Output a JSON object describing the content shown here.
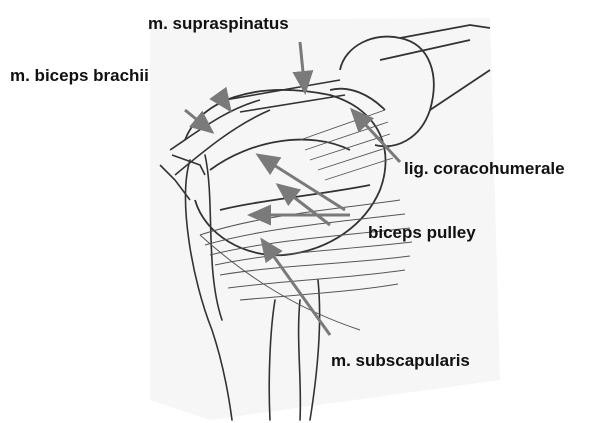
{
  "labels": {
    "supraspinatus": "m. supraspinatus",
    "biceps_brachii": "m. biceps brachii",
    "lig_coracohumerale": "lig. coracohumerale",
    "biceps_pulley": "biceps pulley",
    "subscapularis": "m. subscapularis"
  },
  "colors": {
    "line": "#333333",
    "arrow": "#7a7a7a",
    "label": "#111111"
  }
}
